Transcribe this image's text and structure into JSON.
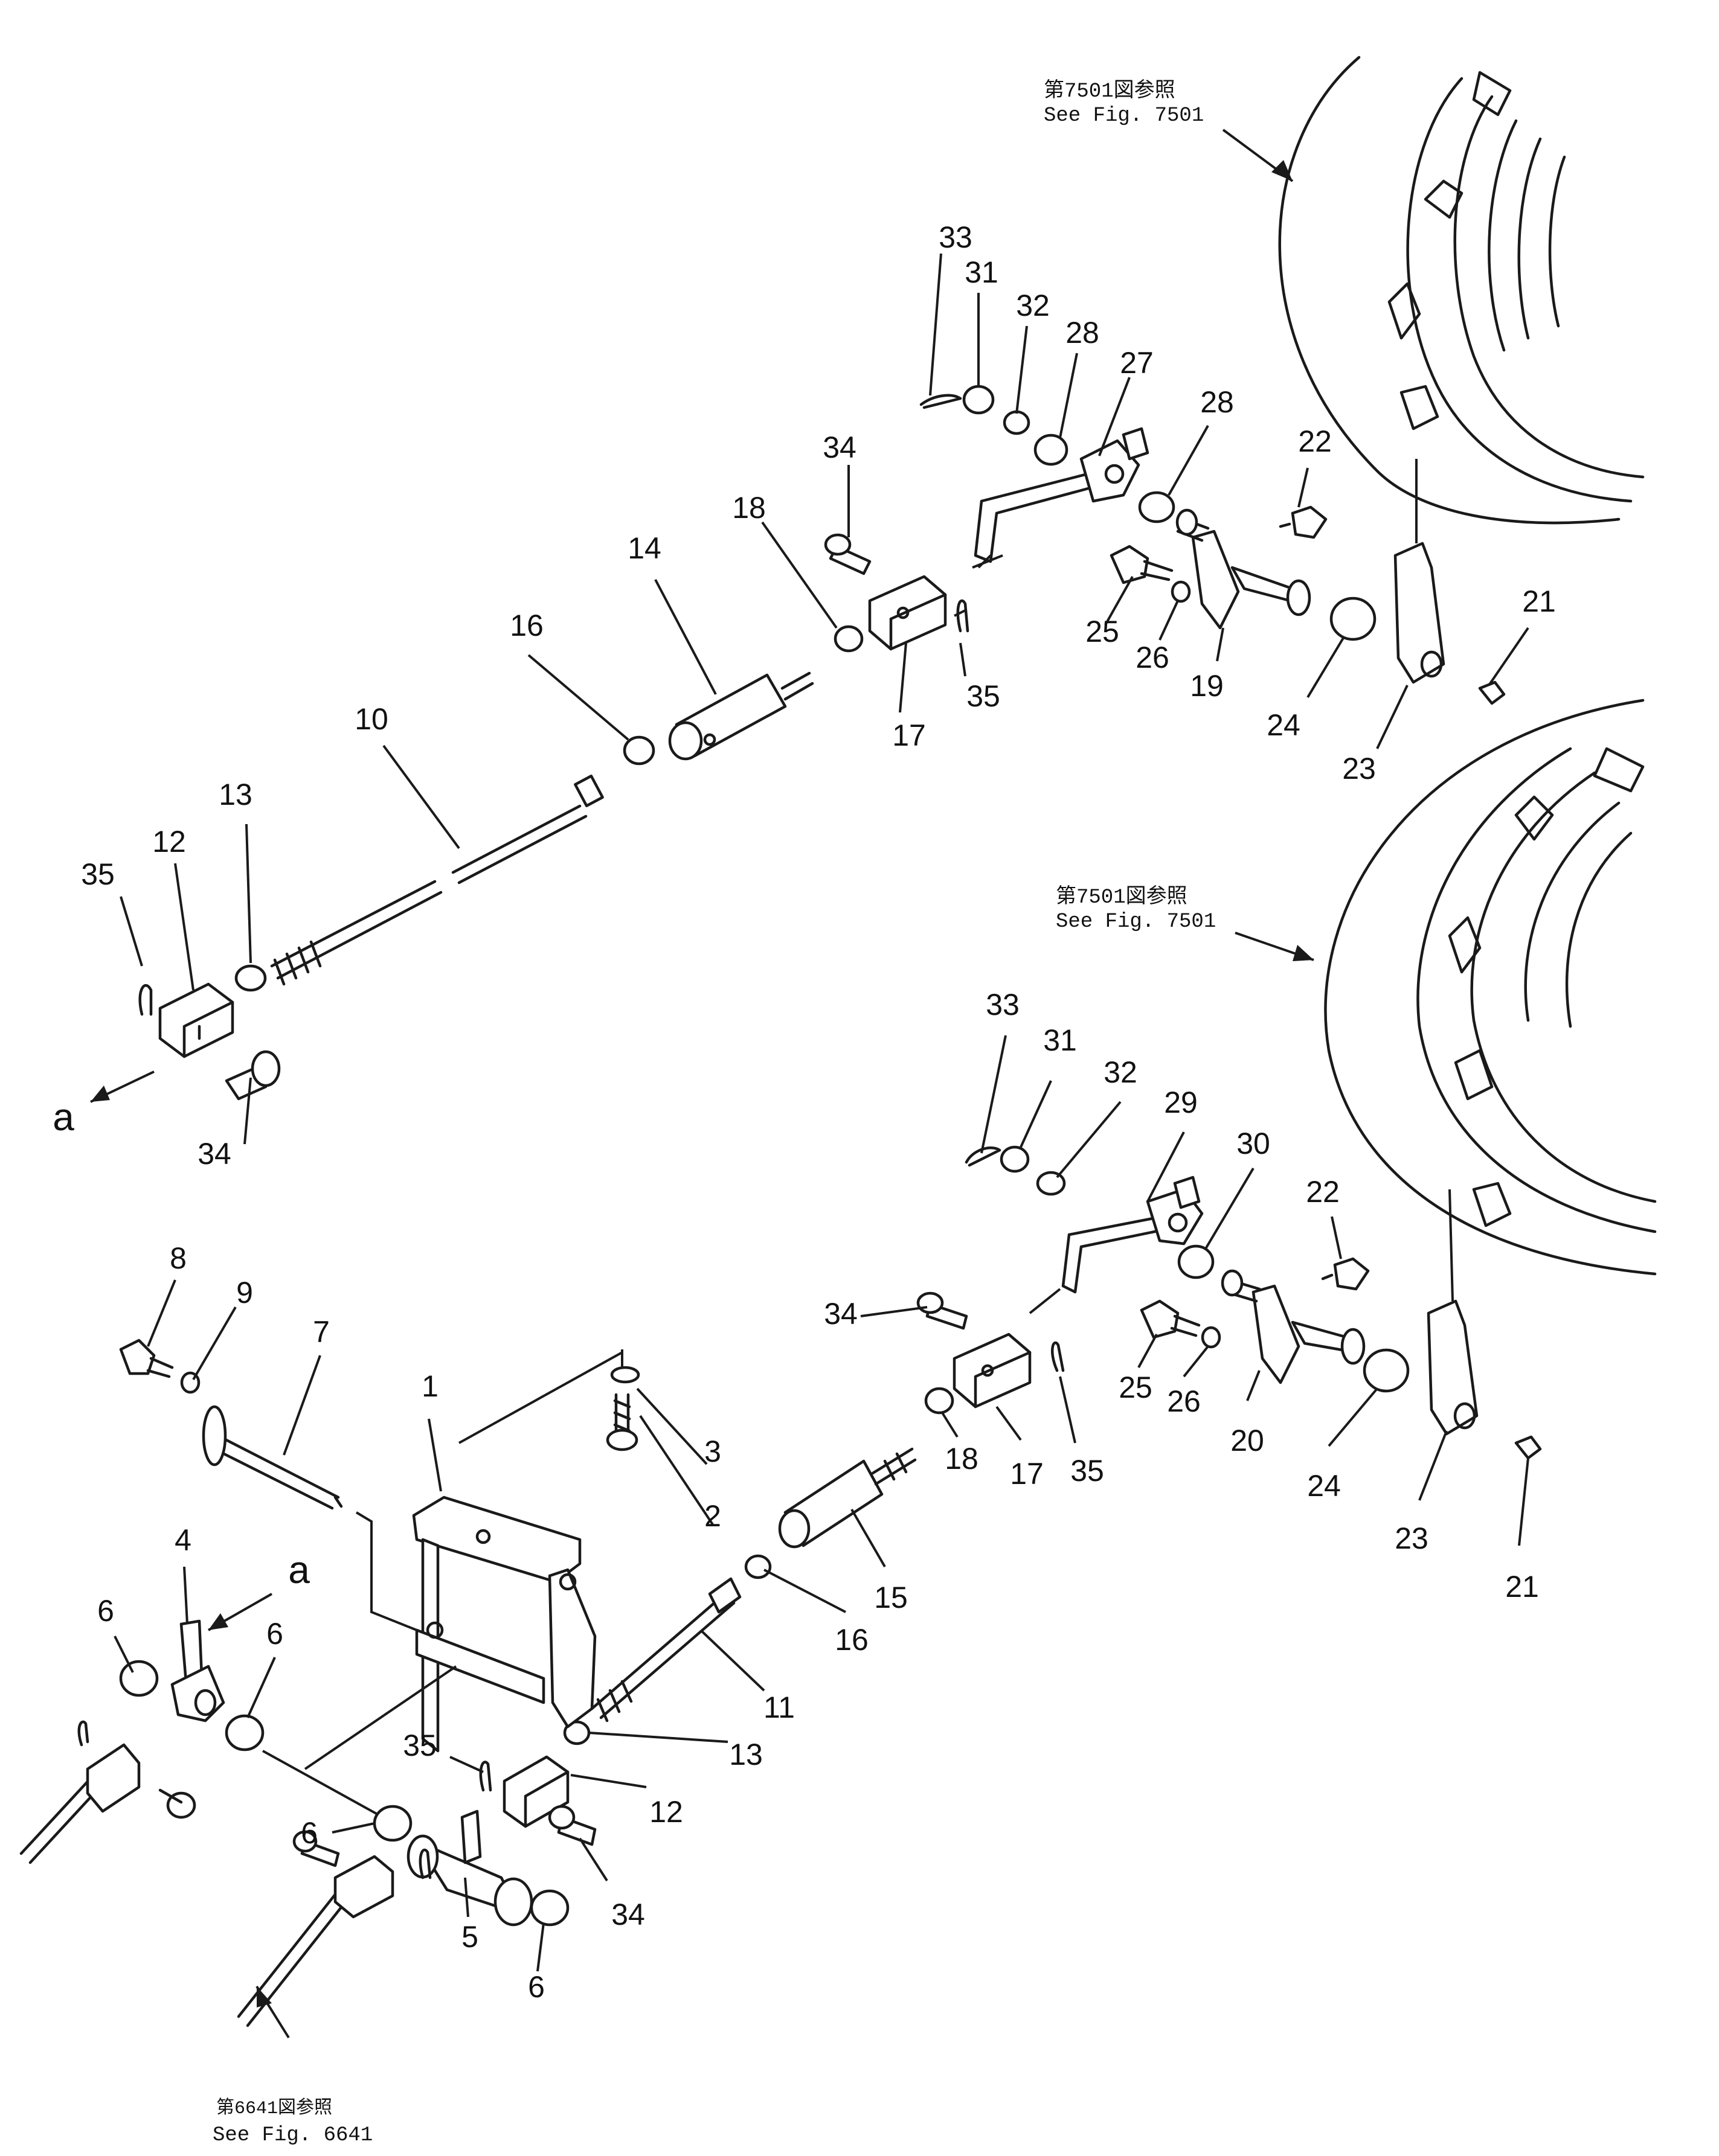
{
  "references": {
    "upper_jp": "第7501図参照",
    "upper_en": "See  Fig. 7501",
    "middle_jp": "第7501図参照",
    "middle_en": "See  Fig. 7501",
    "lower_jp": "第6641図参照",
    "lower_en": "See Fig. 6641"
  },
  "view_label": "a",
  "callouts": {
    "c33a": "33",
    "c31a": "31",
    "c32a": "32",
    "c28a": "28",
    "c27": "27",
    "c28b": "28",
    "c22a": "22",
    "c34a": "34",
    "c18a": "18",
    "c14": "14",
    "c16a": "16",
    "c10": "10",
    "c13a": "13",
    "c12a": "12",
    "c35a": "35",
    "c34b": "34",
    "c17a": "17",
    "c35b": "35",
    "c25a": "25",
    "c26a": "26",
    "c19": "19",
    "c24a": "24",
    "c21a": "21",
    "c23a": "23",
    "c33b": "33",
    "c31b": "31",
    "c32b": "32",
    "c29": "29",
    "c30": "30",
    "c22b": "22",
    "c34c": "34",
    "c17b": "17",
    "c35c": "35",
    "c25b": "25",
    "c26b": "26",
    "c20": "20",
    "c24b": "24",
    "c23b": "23",
    "c21b": "21",
    "c8": "8",
    "c9": "9",
    "c7": "7",
    "c1": "1",
    "c3": "3",
    "c2": "2",
    "c4": "4",
    "c6a": "6",
    "c6b": "6",
    "c18b": "18",
    "c15": "15",
    "c16b": "16",
    "c11": "11",
    "c13b": "13",
    "c35d": "35",
    "c12b": "12",
    "c6c": "6",
    "c34d": "34",
    "c5": "5",
    "c6d": "6"
  }
}
